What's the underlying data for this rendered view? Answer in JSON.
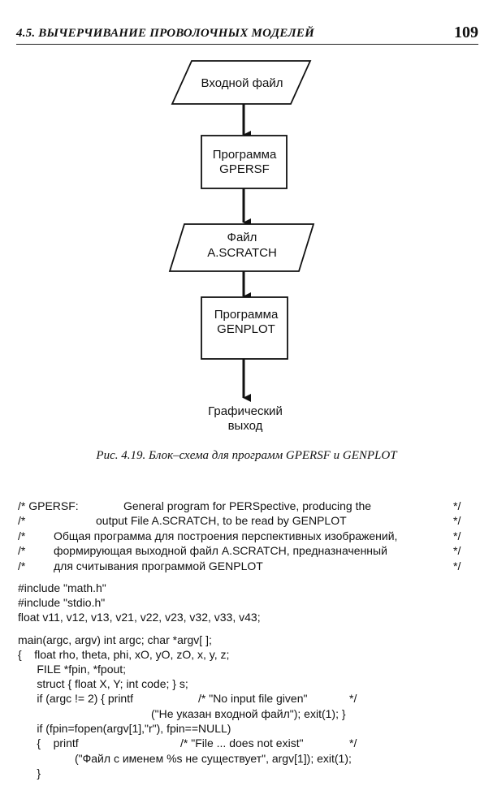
{
  "header": {
    "title": "4.5. ВЫЧЕРЧИВАНИЕ ПРОВОЛОЧНЫХ МОДЕЛЕЙ",
    "page_number": "109"
  },
  "flowchart": {
    "input_file": "Входной файл",
    "program1": [
      "Программа",
      "GPERSF"
    ],
    "file2": [
      "Файл",
      "A.SCRATCH"
    ],
    "program2": [
      "Программа",
      "GENPLOT"
    ],
    "output": [
      "Графический",
      "выход"
    ]
  },
  "caption": "Рис. 4.19. Блок–схема для программ GPERSF и GENPLOT",
  "comment_block": [
    {
      "a": "/* GPERSF:",
      "b": "General program for PERSpective, producing the",
      "c": "*/"
    },
    {
      "a": "/*",
      "b": "output File A.SCRATCH, to be read by GENPLOT",
      "c": "*/"
    },
    {
      "a": "/*",
      "b": "Общая программа для построения перспективных изображений,",
      "c": "*/"
    },
    {
      "a": "/*",
      "b": "формирующая выходной файл A.SCRATCH, предназначенный",
      "c": "*/"
    },
    {
      "a": "/*",
      "b": "для считывания программой GENPLOT",
      "c": "*/"
    }
  ],
  "code": {
    "l1": "#include \"math.h\"",
    "l2": "#include \"stdio.h\"",
    "l3": "float v11, v12, v13, v21, v22, v23, v32, v33, v43;",
    "l4": "main(argc, argv) int argc; char *argv[ ];",
    "l5": "{    float rho, theta, phi, xO, yO, zO, x, y, z;",
    "l6": "      FILE *fpin, *fpout;",
    "l7": "      struct { float X, Y; int code; } s;",
    "l8a": "      if (argc != 2) { printf",
    "l8b": "/* \"No input file given\"",
    "l8c": "*/",
    "l9": "(\"Не указан входной файл\"); exit(1); }",
    "l10": "      if (fpin=fopen(argv[1],\"r\"), fpin==NULL)",
    "l11a": "      {    printf",
    "l11b": "/* \"File ... does not exist\"",
    "l11c": "*/",
    "l12": "(\"Файл с именем %s не существует\", argv[1]); exit(1);",
    "l13": "      }"
  }
}
